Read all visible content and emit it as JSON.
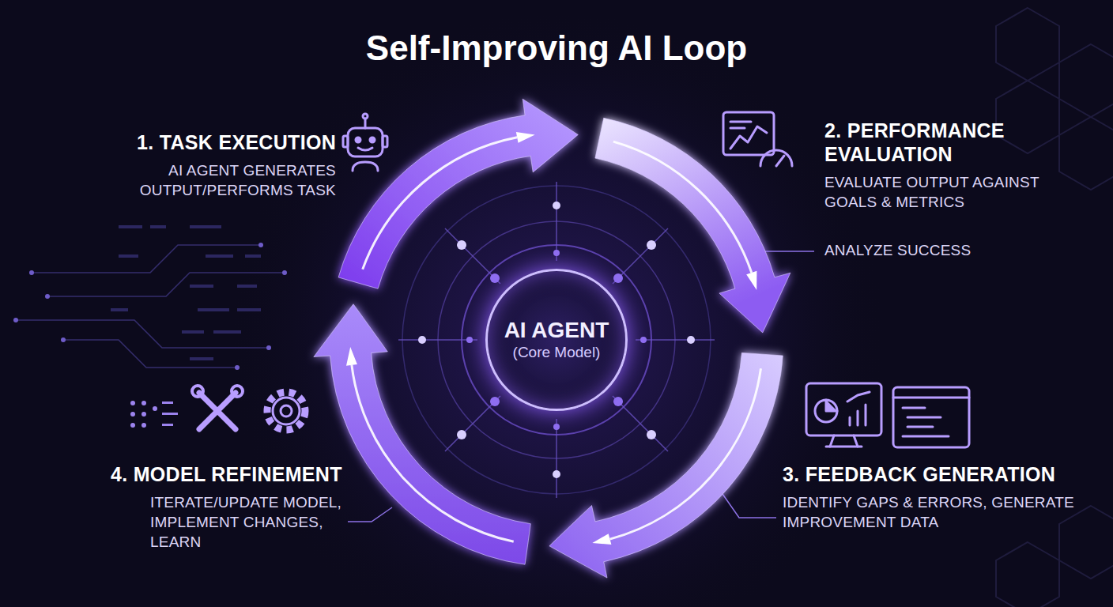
{
  "diagram": {
    "title": "Self-Improving AI Loop",
    "nodes": [
      {
        "text": [
          "1. TASK EXECUTION",
          "AI AGENT GENERATES OUTPUT/PERFORMS TASK"
        ]
      },
      {
        "text": [
          "2. PERFORMANCE EVALUATION",
          "EVALUATE OUTPUT AGAINST GOALS & METRICS"
        ]
      },
      {
        "text": [
          "3. FEEDBACK GENERATION",
          "IDENTIFY GAPS & ERRORS, GENERATE IMPROVEMENT DATA"
        ]
      },
      {
        "text": [
          "4. MODEL REFINEMENT",
          "ITERATE/UPDATE MODEL, IMPLEMENT CHANGES, LEARN"
        ]
      },
      {
        "text": [
          "AI AGENT",
          "(Core Model)"
        ]
      }
    ],
    "edges": [
      {
        "from": 0,
        "to": 1,
        "arrow": "to"
      },
      {
        "from": 1,
        "to": 2,
        "arrow": "to"
      },
      {
        "from": 2,
        "to": 3,
        "arrow": "to"
      },
      {
        "from": 3,
        "to": 0,
        "arrow": "to"
      }
    ],
    "labels": [
      "ANALYZE SUCCESS"
    ]
  }
}
